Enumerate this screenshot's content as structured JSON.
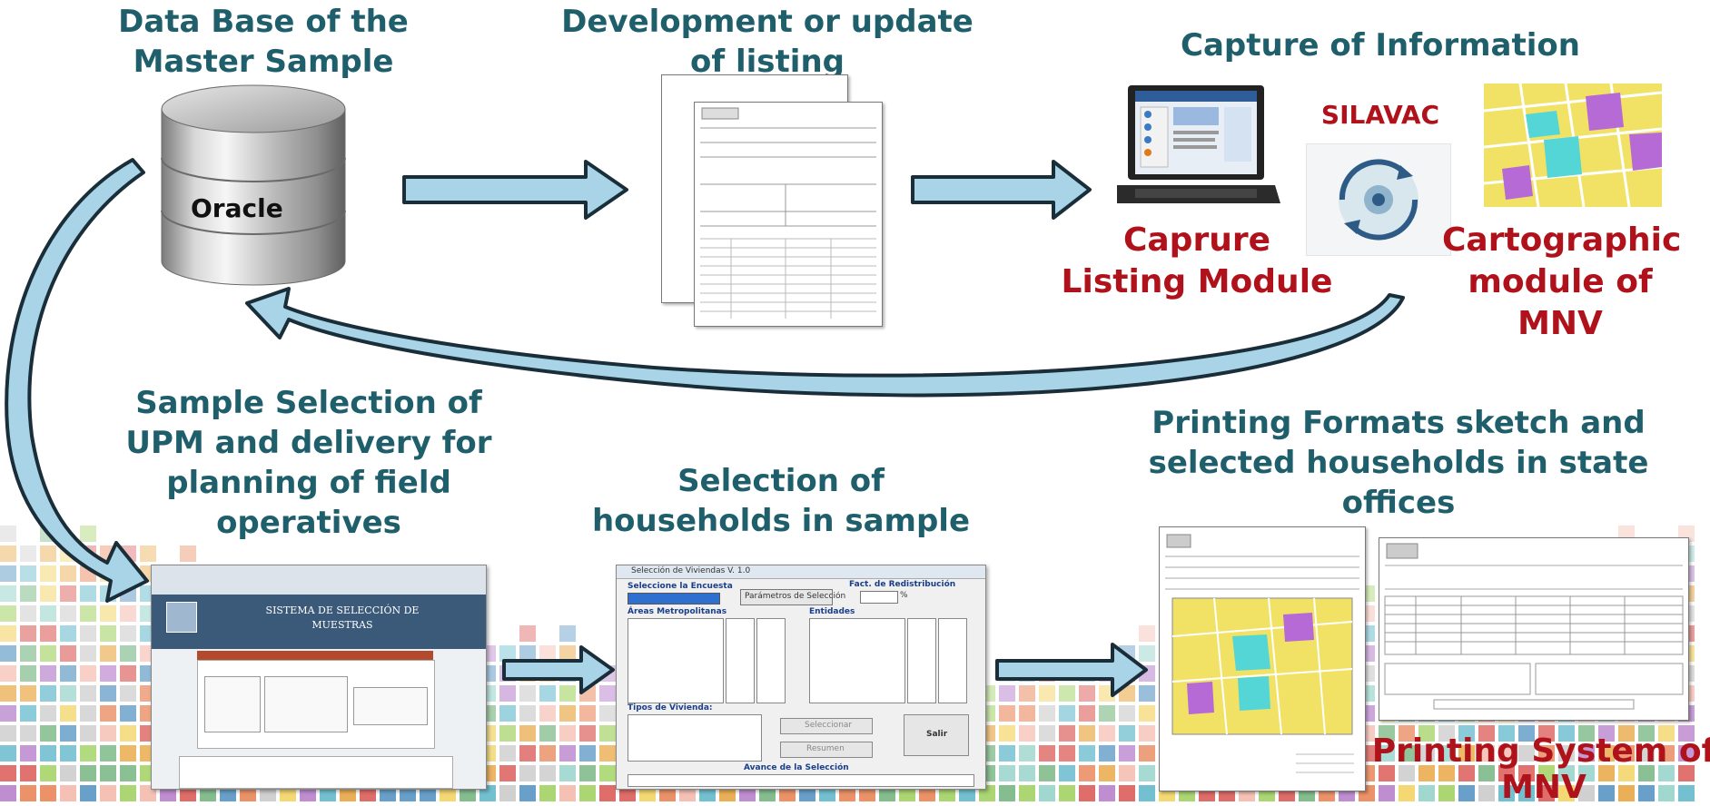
{
  "titles": {
    "database": "Data Base of the Master Sample",
    "listing": "Development or update of listing",
    "capture": "Capture of Information",
    "sample_selection": "Sample Selection of UPM and delivery for planning of field operatives",
    "households": "Selection of households in sample",
    "printing_formats": "Printing Formats sketch and selected households in state offices"
  },
  "labels": {
    "oracle": "Oracle",
    "silavac": "SILAVAC",
    "capture_module": "Caprure Listing Module",
    "cartographic_module": "Cartographic module of MNV",
    "printing_system": "Printing System of MNV"
  },
  "sample_app": {
    "system_title": "SISTEMA DE SELECCIÓN DE MUESTRAS"
  },
  "households_app": {
    "window_title": "Selección de Viviendas V. 1.0",
    "select_label": "Seleccione la Encuesta",
    "params_button": "Parámetros de Selección",
    "factor_label": "Fact. de Redistribución",
    "factor_unit": "%",
    "areas_label": "Áreas Metropolitanas",
    "entities_label": "Entidades",
    "types_label": "Tipos de Vivienda:",
    "select_button": "Seleccionar",
    "summary_button": "Resumen",
    "exit_button": "Salir",
    "progress_label": "Avance de la Selección"
  },
  "colors": {
    "title_teal": "#1f5f6b",
    "label_red": "#b0121b",
    "arrow_fill": "#a9d4e8",
    "arrow_outline": "#1a2e3a",
    "map_yellow": "#f1e266",
    "map_purple": "#b56ad6",
    "map_cyan": "#55d6d6"
  }
}
